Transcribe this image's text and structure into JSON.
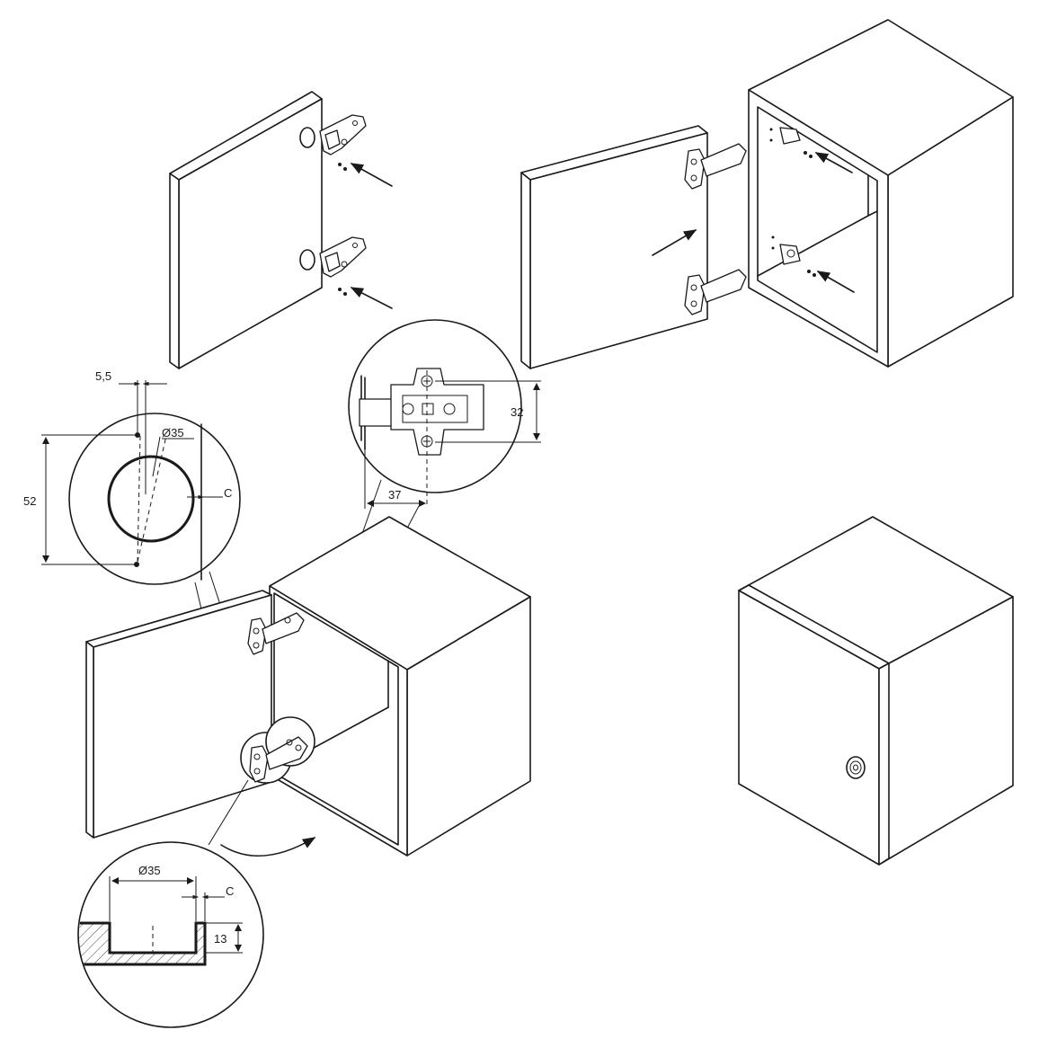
{
  "labels": {
    "offset_5_5": "5,5",
    "hole_diameter_top": "Ø35",
    "spacing_52": "52",
    "edge_c_top": "C",
    "plate_32": "32",
    "plate_37": "37",
    "hole_diameter_bottom": "Ø35",
    "edge_c_bottom": "C",
    "depth_13": "13"
  },
  "colors": {
    "line": "#1a1a1a",
    "background": "#ffffff"
  }
}
